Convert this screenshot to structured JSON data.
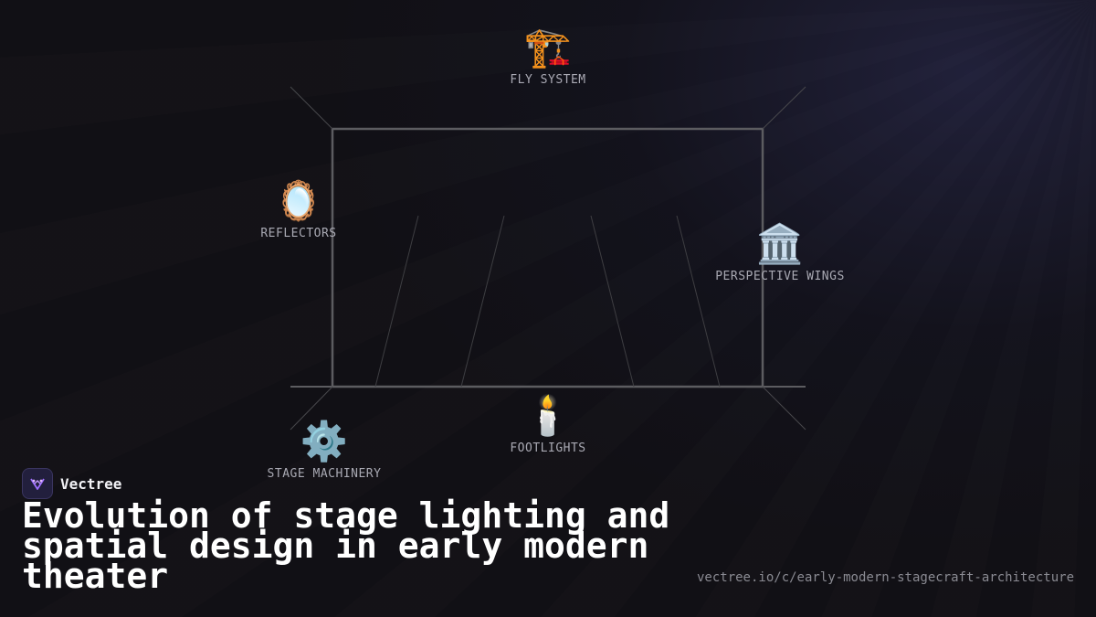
{
  "diagram": {
    "nodes": [
      {
        "id": "fly-system",
        "label": "FLY SYSTEM",
        "icon": "construction-crane-icon",
        "glyph": "🏗️"
      },
      {
        "id": "reflectors",
        "label": "REFLECTORS",
        "icon": "mirror-icon",
        "glyph": "🪞"
      },
      {
        "id": "perspective-wings",
        "label": "PERSPECTIVE WINGS",
        "icon": "classical-building-icon",
        "glyph": "🏛️"
      },
      {
        "id": "footlights",
        "label": "FOOTLIGHTS",
        "icon": "candle-icon",
        "glyph": "🕯️"
      },
      {
        "id": "stage-machinery",
        "label": "STAGE MACHINERY",
        "icon": "gear-icon",
        "glyph": "⚙️"
      }
    ]
  },
  "brand": {
    "name": "Vectree",
    "icon": "vectree-logo-icon",
    "accent": "#a070ff"
  },
  "title": "Evolution of stage lighting and spatial design in early modern theater",
  "url": "vectree.io/c/early-modern-stagecraft-architecture",
  "colors": {
    "background": "#111015",
    "stroke": "#5a5a5e",
    "label": "#a9a9b3"
  }
}
